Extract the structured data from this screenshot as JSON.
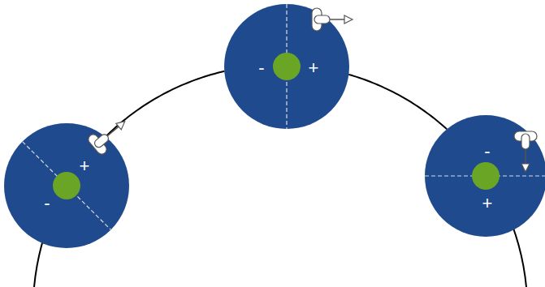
{
  "diagram": {
    "nodes": [
      {
        "text": [
          "+",
          "-"
        ]
      },
      {
        "text": [
          "-",
          "+"
        ]
      },
      {
        "text": [
          "-",
          "+"
        ]
      }
    ],
    "edges": [
      {
        "from": 0,
        "to": 1,
        "arrow": "none"
      },
      {
        "from": 1,
        "to": 2,
        "arrow": "none"
      }
    ]
  }
}
